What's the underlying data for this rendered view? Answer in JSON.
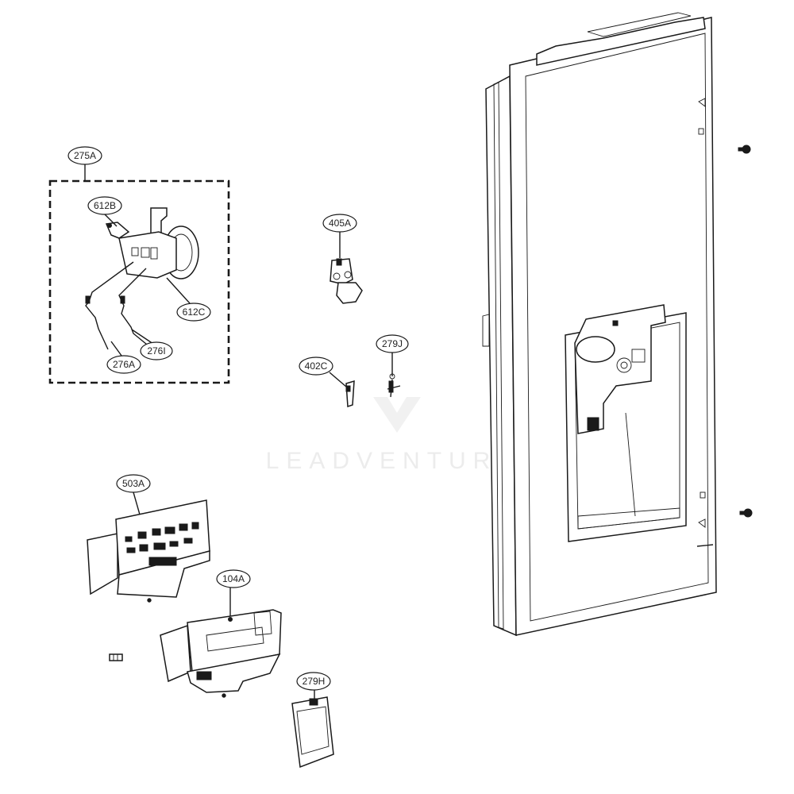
{
  "watermark": "LEADVENTURE",
  "callouts": [
    {
      "id": "callout-275a",
      "text": "275A"
    },
    {
      "id": "callout-612b",
      "text": "612B"
    },
    {
      "id": "callout-612c",
      "text": "612C"
    },
    {
      "id": "callout-276a",
      "text": "276A"
    },
    {
      "id": "callout-276i",
      "text": "276I"
    },
    {
      "id": "callout-405a",
      "text": "405A"
    },
    {
      "id": "callout-402c",
      "text": "402C"
    },
    {
      "id": "callout-279j",
      "text": "279J"
    },
    {
      "id": "callout-503a",
      "text": "503A"
    },
    {
      "id": "callout-104a",
      "text": "104A"
    },
    {
      "id": "callout-279h",
      "text": "279H"
    }
  ]
}
